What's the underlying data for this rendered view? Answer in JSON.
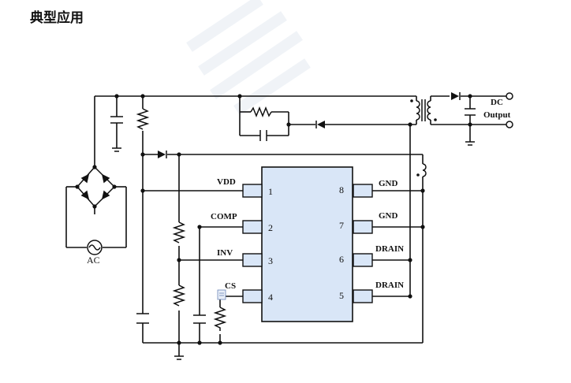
{
  "title": "典型应用",
  "diagram": {
    "ac_label": "AC",
    "dc_output": {
      "line1": "DC",
      "line2": "Output"
    },
    "pins_left": [
      {
        "number": "1",
        "name": "VDD"
      },
      {
        "number": "2",
        "name": "COMP"
      },
      {
        "number": "3",
        "name": "INV"
      },
      {
        "number": "4",
        "name": "CS"
      }
    ],
    "pins_right": [
      {
        "number": "8",
        "name": "GND"
      },
      {
        "number": "7",
        "name": "GND"
      },
      {
        "number": "6",
        "name": "DRAIN"
      },
      {
        "number": "5",
        "name": "DRAIN"
      }
    ]
  }
}
